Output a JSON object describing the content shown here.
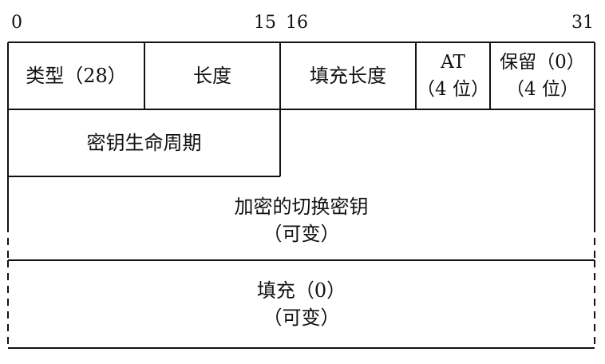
{
  "bit_labels": {
    "b0": "0",
    "b15": "15",
    "b16": "16",
    "b31": "31"
  },
  "fields": {
    "type": "类型（28）",
    "length": "长度",
    "padding_length": "填充长度",
    "at_line1": "AT",
    "at_line2": "（4 位）",
    "reserved_line1": "保留（0）",
    "reserved_line2": "（4 位）",
    "key_lifetime": "密钥生命周期",
    "encrypted_key_line1": "加密的切换密钥",
    "encrypted_key_line2": "（可变）",
    "padding_line1": "填充（0）",
    "padding_line2": "（可变）"
  }
}
